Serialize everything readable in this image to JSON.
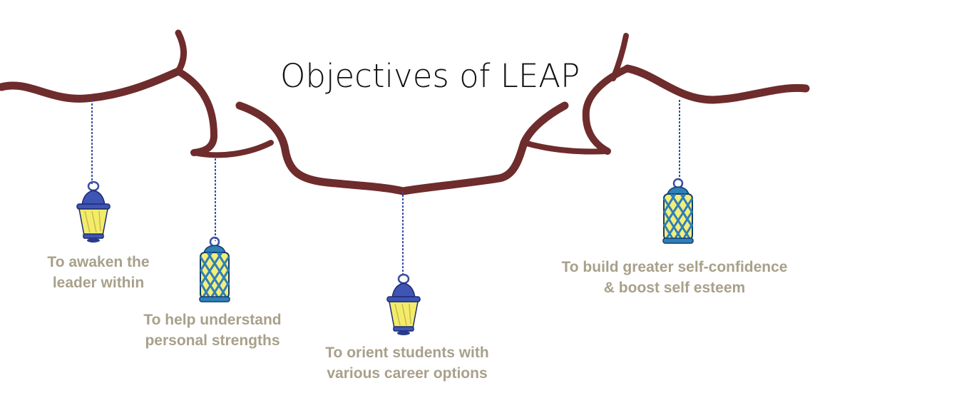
{
  "title": "Objectives of LEAP",
  "colors": {
    "branch": "#6e2c2c",
    "chain": "#3a4fa0",
    "text": "#a8a08a",
    "lantern_cap": "#3f55b5",
    "lantern_glass": "#f2ec6a",
    "lantern_cage": "#2f7fb8"
  },
  "objectives": [
    {
      "lines": [
        "To awaken the",
        "leader within"
      ],
      "lantern": "bell-lantern-icon"
    },
    {
      "lines": [
        "To help understand",
        "personal strengths"
      ],
      "lantern": "cage-lantern-icon"
    },
    {
      "lines": [
        "To orient students with",
        "various career options"
      ],
      "lantern": "bell-lantern-icon"
    },
    {
      "lines": [
        "To build greater self-confidence",
        "& boost self esteem"
      ],
      "lantern": "cage-lantern-icon"
    }
  ]
}
